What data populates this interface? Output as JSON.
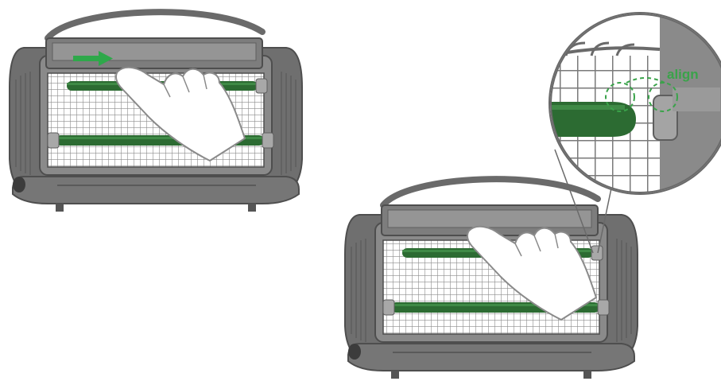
{
  "callout": {
    "label": "align",
    "color": "#3aa34a"
  },
  "illustrations": [
    {
      "name": "device-step-1",
      "shows": "slide-arrow"
    },
    {
      "name": "device-step-2",
      "shows": "align-callout"
    }
  ],
  "colors": {
    "body": "#6f6f6f",
    "body_dark": "#4e4e4e",
    "body_light": "#9a9a9a",
    "grid": "#ffffff",
    "rod": "#2c6b32",
    "rod_highlight": "#3f8a46",
    "accent": "#2ea84a",
    "hand_fill": "#ffffff",
    "hand_stroke": "#8a8a8a"
  },
  "icons": [
    "right-arrow-icon",
    "hand-icon",
    "magnifier-callout-icon",
    "dashed-circle-icon"
  ]
}
